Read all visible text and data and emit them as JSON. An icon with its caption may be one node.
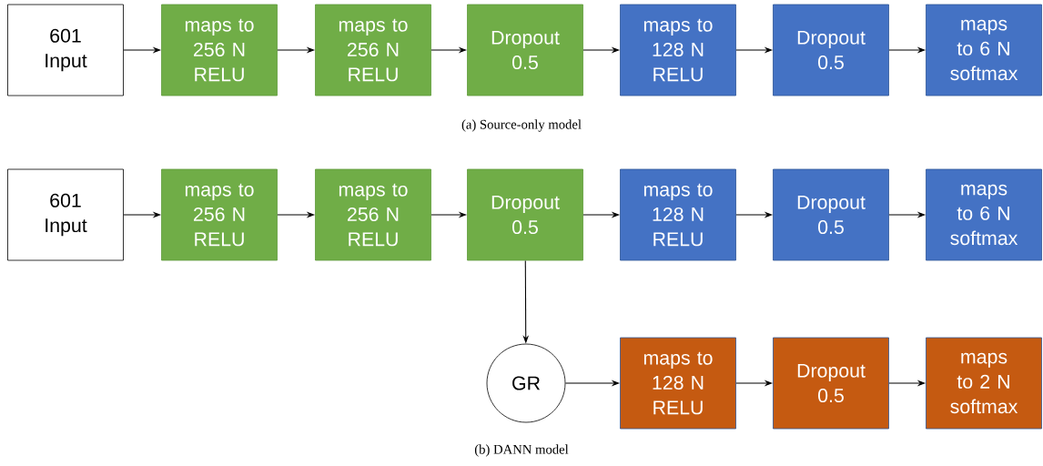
{
  "diagram": {
    "nodes": [
      {
        "text": [
          "601 Input"
        ]
      },
      {
        "text": [
          "maps to 256 N RELU"
        ]
      },
      {
        "text": [
          "maps to 256 N RELU"
        ]
      },
      {
        "text": [
          "Dropout 0.5"
        ]
      },
      {
        "text": [
          "maps to 128 N RELU"
        ]
      },
      {
        "text": [
          "Dropout 0.5"
        ]
      },
      {
        "text": [
          "maps to 6 N softmax"
        ]
      },
      {
        "text": [
          "601 Input"
        ]
      },
      {
        "text": [
          "maps to 256 N RELU"
        ]
      },
      {
        "text": [
          "maps to 256 N RELU"
        ]
      },
      {
        "text": [
          "Dropout 0.5"
        ]
      },
      {
        "text": [
          "maps to 128 N RELU"
        ]
      },
      {
        "text": [
          "Dropout 0.5"
        ]
      },
      {
        "text": [
          "maps to 6 N softmax"
        ]
      },
      {
        "text": [
          "GR"
        ]
      },
      {
        "text": [
          "maps to 128 N RELU"
        ]
      },
      {
        "text": [
          "Dropout 0.5"
        ]
      },
      {
        "text": [
          "maps to 2 N softmax"
        ]
      }
    ],
    "edges": [
      {
        "from": 0,
        "to": 1,
        "arrow": "to"
      },
      {
        "from": 1,
        "to": 2,
        "arrow": "to"
      },
      {
        "from": 2,
        "to": 3,
        "arrow": "to"
      },
      {
        "from": 3,
        "to": 4,
        "arrow": "to"
      },
      {
        "from": 4,
        "to": 5,
        "arrow": "to"
      },
      {
        "from": 5,
        "to": 6,
        "arrow": "to"
      },
      {
        "from": 7,
        "to": 8,
        "arrow": "to"
      },
      {
        "from": 8,
        "to": 9,
        "arrow": "to"
      },
      {
        "from": 9,
        "to": 10,
        "arrow": "to"
      },
      {
        "from": 10,
        "to": 11,
        "arrow": "to"
      },
      {
        "from": 11,
        "to": 12,
        "arrow": "to"
      },
      {
        "from": 12,
        "to": 13,
        "arrow": "to"
      },
      {
        "from": 10,
        "to": 14,
        "arrow": "to"
      },
      {
        "from": 14,
        "to": 15,
        "arrow": "to"
      },
      {
        "from": 15,
        "to": 16,
        "arrow": "to"
      },
      {
        "from": 16,
        "to": 17,
        "arrow": "to"
      }
    ],
    "labels": [
      "(a) Source-only model",
      "(b) DANN model"
    ]
  }
}
